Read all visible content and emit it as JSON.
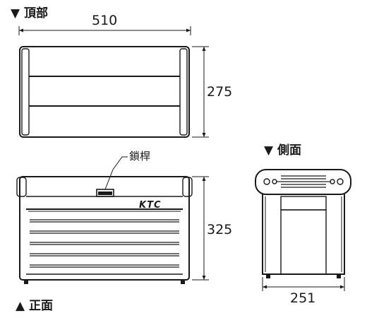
{
  "views": {
    "top": {
      "marker": "▼",
      "label": "頂部"
    },
    "side": {
      "marker": "▼",
      "label": "側面"
    },
    "front": {
      "marker": "▲",
      "label": "正面"
    }
  },
  "dimensions": {
    "top_width": "510",
    "top_depth": "275",
    "front_height": "325",
    "side_depth": "251"
  },
  "callouts": {
    "latch": "鎖桿"
  },
  "brand": {
    "logo_text": "KTC"
  },
  "colors": {
    "line": "#1a1a1a",
    "background": "#ffffff"
  }
}
